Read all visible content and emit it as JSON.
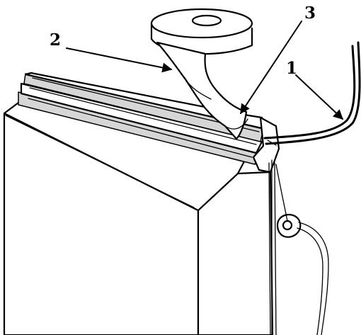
{
  "labels": {
    "one": "1",
    "two": "2",
    "three": "3"
  },
  "colors": {
    "ink": "#000000",
    "paper": "#ffffff",
    "shade": "#d6d6d6"
  }
}
